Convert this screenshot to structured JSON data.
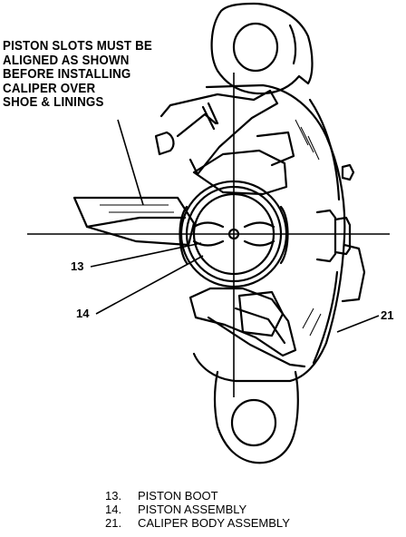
{
  "note": {
    "lines": [
      "PISTON SLOTS MUST BE",
      "ALIGNED AS SHOWN",
      "BEFORE INSTALLING",
      "CALIPER OVER",
      "SHOE & LININGS"
    ]
  },
  "callouts": {
    "c13": "13",
    "c14": "14",
    "c21": "21"
  },
  "legend": [
    {
      "num": "13.",
      "label": "PISTON BOOT"
    },
    {
      "num": "14.",
      "label": "PISTON ASSEMBLY"
    },
    {
      "num": "21.",
      "label": "CALIPER BODY ASSEMBLY"
    }
  ]
}
